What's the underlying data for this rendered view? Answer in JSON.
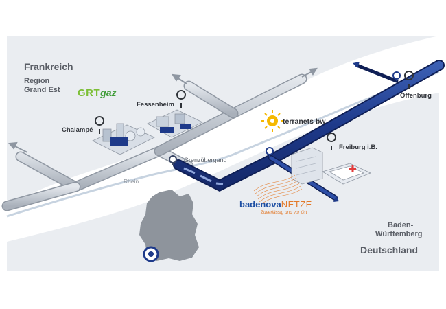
{
  "regions": {
    "frankreich": "Frankreich",
    "region_grand_est_line1": "Region",
    "region_grand_est_line2": "Grand Est",
    "baden_line1": "Baden-",
    "baden_line2": "Württemberg",
    "deutschland": "Deutschland"
  },
  "places": {
    "fessenheim": "Fessenheim",
    "chalampe": "Chalampé",
    "offenburg": "Offenburg",
    "freiburg": "Freiburg i.B.",
    "grenzuebergang": "Grenzübergang",
    "rhein": "Rhein"
  },
  "logos": {
    "grt": "GRT",
    "gaz": "gaz",
    "terranets": "terranets bw",
    "badenova_bold": "badenova",
    "badenova_netze": "NETZE",
    "badenova_tagline": "Zuverlässig und vor Ort"
  },
  "colors": {
    "pipeline_grey": "#c9ced6",
    "pipeline_blue": "#1e3a8a",
    "germany_grey": "#8e949c",
    "river": "#b9c7d6",
    "accent_orange": "#e37a2a",
    "grt_green": "#7cbf36",
    "terranets_yellow": "#f5b800"
  },
  "icons": [
    "location-pin-icon",
    "valve-icon",
    "arrow-icon",
    "hospital-cross-icon"
  ]
}
